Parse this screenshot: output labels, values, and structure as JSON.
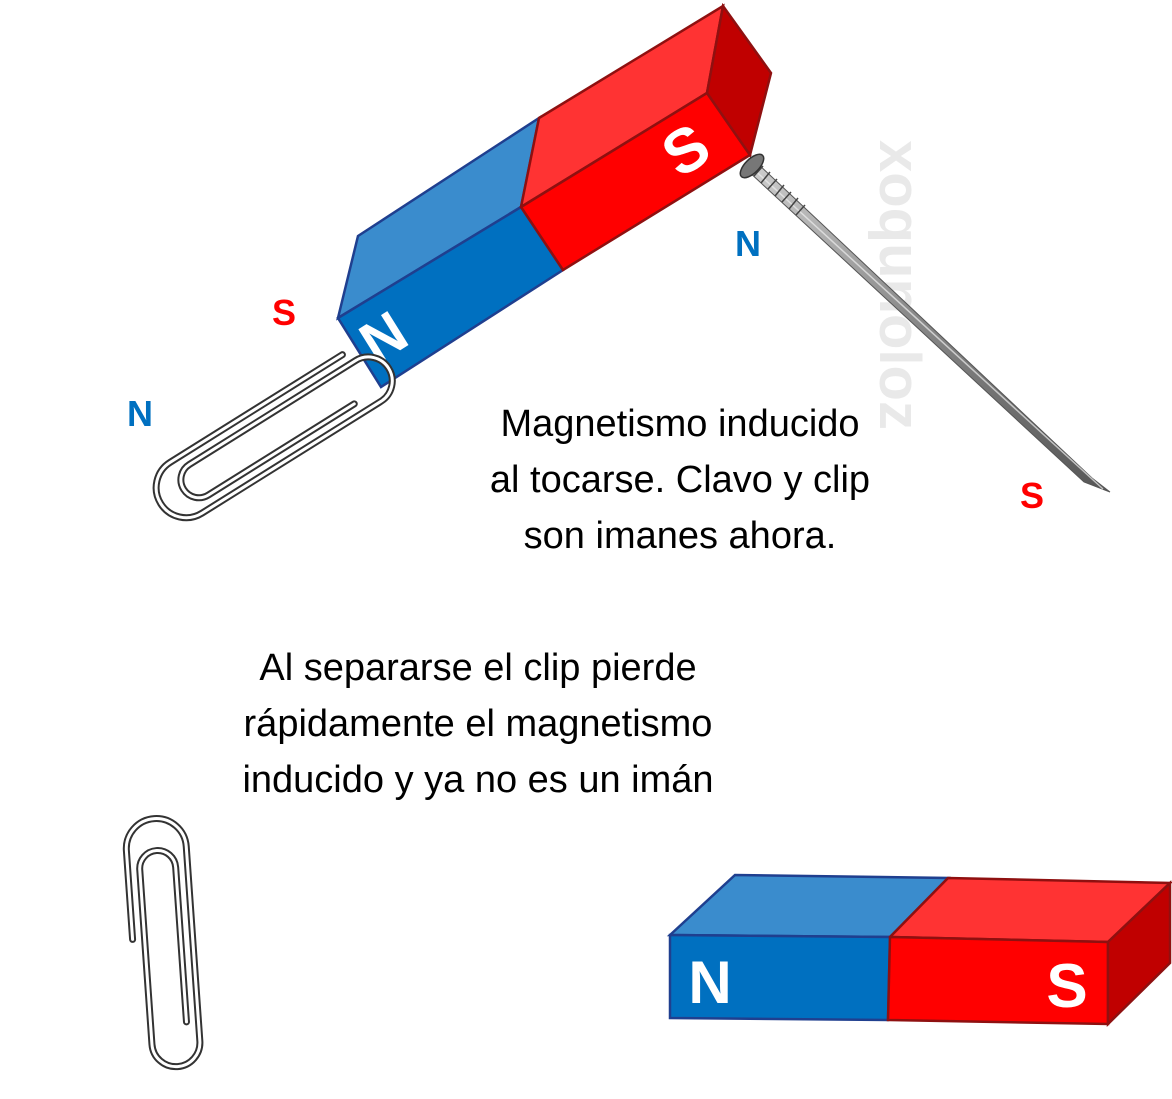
{
  "watermark": "xoqunoloz",
  "caption_top": {
    "lines": [
      "Magnetismo inducido",
      "al tocarse. Clavo y clip",
      "son imanes ahora."
    ]
  },
  "caption_bottom": {
    "lines": [
      "Al separarse el clip pierde",
      "rápidamente el magnetismo",
      "inducido y ya no es un imán"
    ]
  },
  "magnet_top": {
    "north_letter": "N",
    "south_letter": "S"
  },
  "magnet_bottom": {
    "north_letter": "N",
    "south_letter": "S"
  },
  "clip_poles": {
    "north": "N",
    "south": "S"
  },
  "nail_poles": {
    "north": "N",
    "south": "S"
  },
  "colors": {
    "north_front": "#0070c0",
    "north_top": "#3a8ccd",
    "south_front": "#ff0000",
    "south_top": "#ff3333",
    "south_end": "#c00000",
    "label_blue": "#0070c0",
    "label_red": "#ff0000"
  }
}
